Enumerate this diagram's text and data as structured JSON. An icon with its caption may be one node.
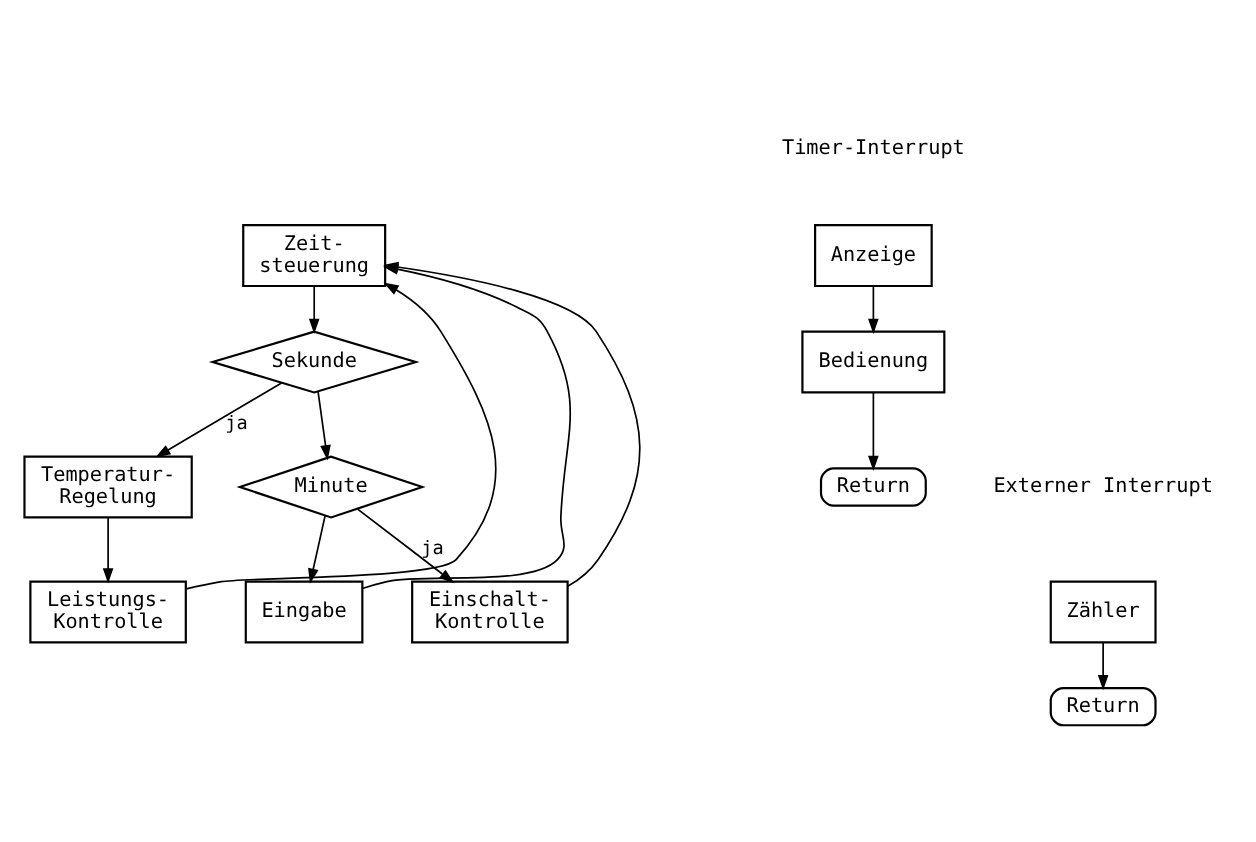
{
  "diagram": {
    "nodes": [
      {
        "text": [
          "Zeit- steuerung"
        ]
      },
      {
        "text": [
          "Sekunde"
        ]
      },
      {
        "text": [
          "Temperatur- Regelung"
        ]
      },
      {
        "text": [
          "Minute"
        ]
      },
      {
        "text": [
          "Leistungs- Kontrolle"
        ]
      },
      {
        "text": [
          "Eingabe"
        ]
      },
      {
        "text": [
          "Einschalt- Kontrolle"
        ]
      },
      {
        "text": [
          "Anzeige"
        ]
      },
      {
        "text": [
          "Bedienung"
        ]
      },
      {
        "text": [
          "Return"
        ]
      },
      {
        "text": [
          "Zähler"
        ]
      },
      {
        "text": [
          "Return"
        ]
      }
    ],
    "edges": [
      {
        "from": 0,
        "to": 1,
        "arrow": "to"
      },
      {
        "from": 1,
        "to": 2,
        "arrow": "to",
        "label": "ja"
      },
      {
        "from": 1,
        "to": 3,
        "arrow": "to"
      },
      {
        "from": 2,
        "to": 4,
        "arrow": "to"
      },
      {
        "from": 3,
        "to": 5,
        "arrow": "to"
      },
      {
        "from": 3,
        "to": 6,
        "arrow": "to",
        "label": "ja"
      },
      {
        "from": 4,
        "to": 0,
        "arrow": "to"
      },
      {
        "from": 5,
        "to": 0,
        "arrow": "to"
      },
      {
        "from": 6,
        "to": 0,
        "arrow": "to"
      },
      {
        "from": 7,
        "to": 8,
        "arrow": "to"
      },
      {
        "from": 8,
        "to": 9,
        "arrow": "to"
      },
      {
        "from": 10,
        "to": 11,
        "arrow": "to"
      }
    ],
    "labels": [
      "Timer-Interrupt",
      "Externer Interrupt"
    ]
  }
}
